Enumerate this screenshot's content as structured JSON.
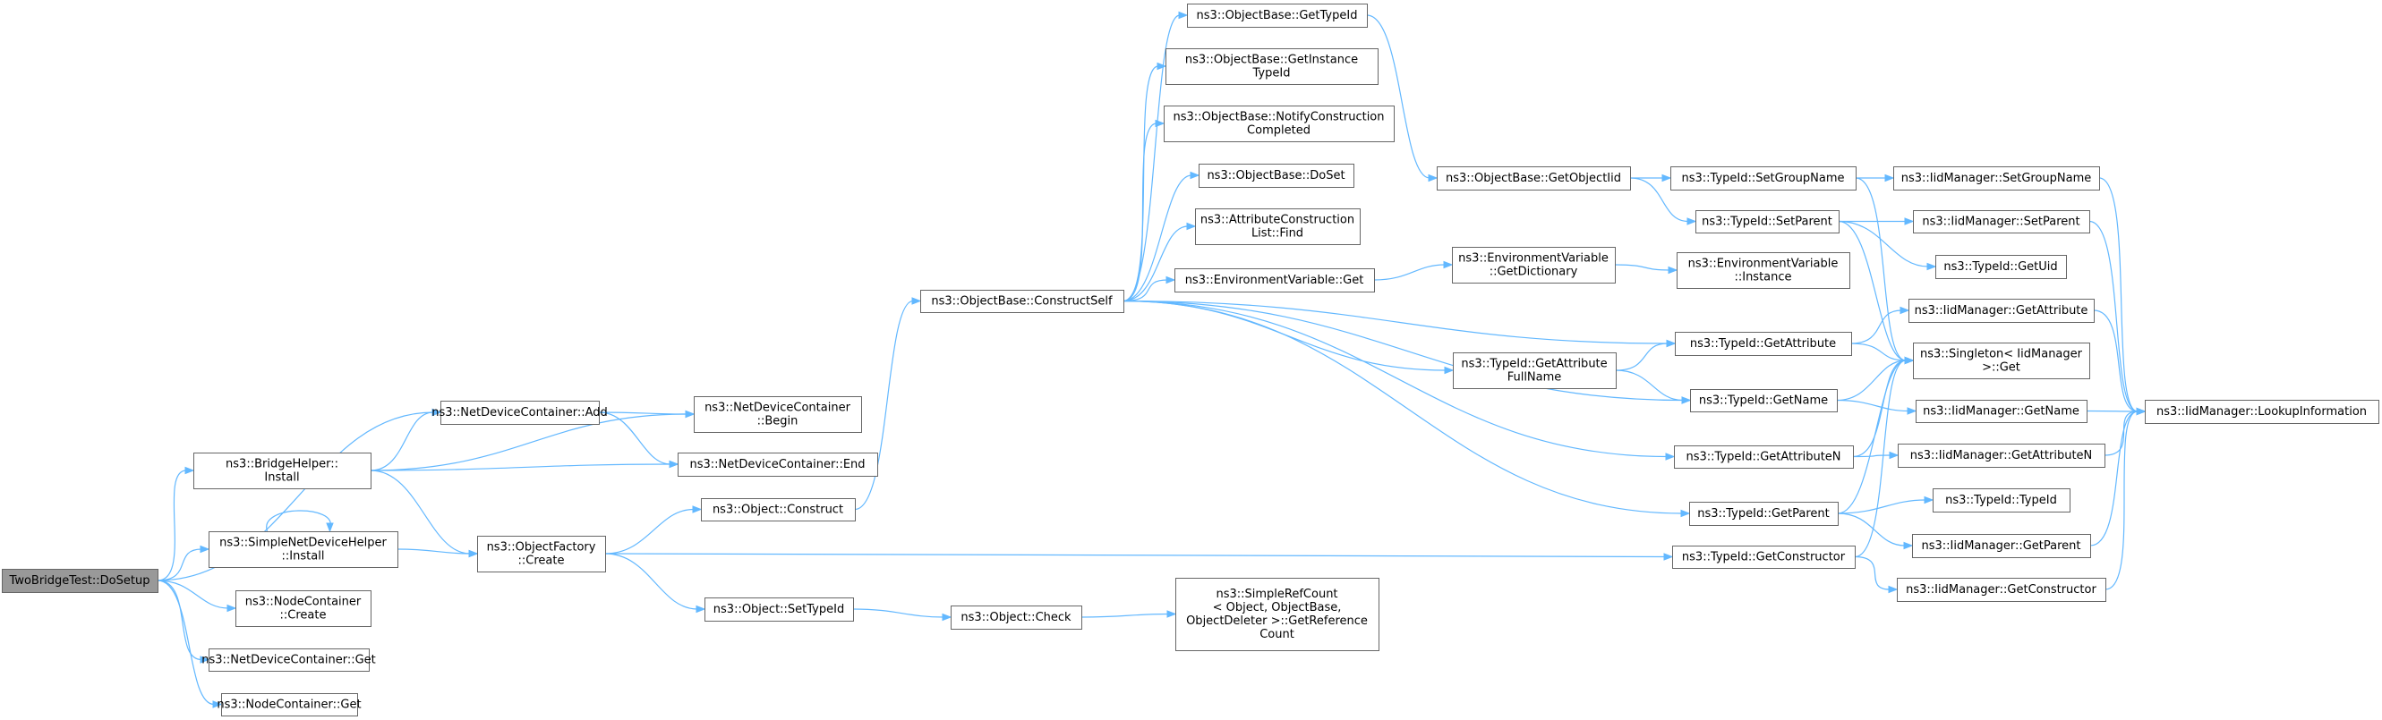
{
  "graph": {
    "nodes": [
      {
        "id": "root",
        "lines": [
          "TwoBridgeTest::DoSetup"
        ],
        "root": true
      },
      {
        "id": "bh_install",
        "lines": [
          "ns3::BridgeHelper::",
          "Install"
        ]
      },
      {
        "id": "sndh_install",
        "lines": [
          "ns3::SimpleNetDeviceHelper",
          "::Install"
        ]
      },
      {
        "id": "nc_create",
        "lines": [
          "ns3::NodeContainer",
          "::Create"
        ]
      },
      {
        "id": "ndc_get",
        "lines": [
          "ns3::NetDeviceContainer::Get"
        ]
      },
      {
        "id": "nc_get",
        "lines": [
          "ns3::NodeContainer::Get"
        ]
      },
      {
        "id": "ndc_add",
        "lines": [
          "ns3::NetDeviceContainer::Add"
        ]
      },
      {
        "id": "ndc_begin",
        "lines": [
          "ns3::NetDeviceContainer",
          "::Begin"
        ]
      },
      {
        "id": "ndc_end",
        "lines": [
          "ns3::NetDeviceContainer::End"
        ]
      },
      {
        "id": "of_create",
        "lines": [
          "ns3::ObjectFactory",
          "::Create"
        ]
      },
      {
        "id": "obj_construct",
        "lines": [
          "ns3::Object::Construct"
        ]
      },
      {
        "id": "obj_settypeid",
        "lines": [
          "ns3::Object::SetTypeId"
        ]
      },
      {
        "id": "obj_check",
        "lines": [
          "ns3::Object::Check"
        ]
      },
      {
        "id": "srefcount",
        "lines": [
          "ns3::SimpleRefCount",
          "< Object, ObjectBase,",
          "ObjectDeleter >::GetReference",
          "Count"
        ]
      },
      {
        "id": "ob_constructself",
        "lines": [
          "ns3::ObjectBase::ConstructSelf"
        ]
      },
      {
        "id": "ob_gettypeid",
        "lines": [
          "ns3::ObjectBase::GetTypeId"
        ]
      },
      {
        "id": "ob_getinstance",
        "lines": [
          "ns3::ObjectBase::GetInstance",
          "TypeId"
        ]
      },
      {
        "id": "ob_notify",
        "lines": [
          "ns3::ObjectBase::NotifyConstruction",
          "Completed"
        ]
      },
      {
        "id": "ob_doset",
        "lines": [
          "ns3::ObjectBase::DoSet"
        ]
      },
      {
        "id": "acl_find",
        "lines": [
          "ns3::AttributeConstruction",
          "List::Find"
        ]
      },
      {
        "id": "env_get",
        "lines": [
          "ns3::EnvironmentVariable::Get"
        ]
      },
      {
        "id": "ob_getobjectiid",
        "lines": [
          "ns3::ObjectBase::GetObjectIid"
        ]
      },
      {
        "id": "env_getdict",
        "lines": [
          "ns3::EnvironmentVariable",
          "::GetDictionary"
        ]
      },
      {
        "id": "env_instance",
        "lines": [
          "ns3::EnvironmentVariable",
          "::Instance"
        ]
      },
      {
        "id": "tid_getattrfullname",
        "lines": [
          "ns3::TypeId::GetAttribute",
          "FullName"
        ]
      },
      {
        "id": "tid_setgroupname",
        "lines": [
          "ns3::TypeId::SetGroupName"
        ]
      },
      {
        "id": "tid_setparent",
        "lines": [
          "ns3::TypeId::SetParent"
        ]
      },
      {
        "id": "tid_getattribute",
        "lines": [
          "ns3::TypeId::GetAttribute"
        ]
      },
      {
        "id": "tid_getname",
        "lines": [
          "ns3::TypeId::GetName"
        ]
      },
      {
        "id": "tid_getattributen",
        "lines": [
          "ns3::TypeId::GetAttributeN"
        ]
      },
      {
        "id": "tid_getparent",
        "lines": [
          "ns3::TypeId::GetParent"
        ]
      },
      {
        "id": "tid_getconstructor",
        "lines": [
          "ns3::TypeId::GetConstructor"
        ]
      },
      {
        "id": "iid_setgroupname",
        "lines": [
          "ns3::IidManager::SetGroupName"
        ]
      },
      {
        "id": "iid_setparent",
        "lines": [
          "ns3::IidManager::SetParent"
        ]
      },
      {
        "id": "tid_getuid",
        "lines": [
          "ns3::TypeId::GetUid"
        ]
      },
      {
        "id": "iid_getattribute",
        "lines": [
          "ns3::IidManager::GetAttribute"
        ]
      },
      {
        "id": "singleton_get",
        "lines": [
          "ns3::Singleton< IidManager",
          " >::Get"
        ]
      },
      {
        "id": "iid_getname",
        "lines": [
          "ns3::IidManager::GetName"
        ]
      },
      {
        "id": "iid_getattributen",
        "lines": [
          "ns3::IidManager::GetAttributeN"
        ]
      },
      {
        "id": "tid_typeid",
        "lines": [
          "ns3::TypeId::TypeId"
        ]
      },
      {
        "id": "iid_getparent",
        "lines": [
          "ns3::IidManager::GetParent"
        ]
      },
      {
        "id": "iid_getconstructor",
        "lines": [
          "ns3::IidManager::GetConstructor"
        ]
      },
      {
        "id": "iid_lookupinfo",
        "lines": [
          "ns3::IidManager::LookupInformation"
        ]
      }
    ],
    "edges": [
      [
        "root",
        "ndc_add"
      ],
      [
        "root",
        "bh_install"
      ],
      [
        "root",
        "sndh_install"
      ],
      [
        "root",
        "nc_create"
      ],
      [
        "root",
        "ndc_get"
      ],
      [
        "root",
        "nc_get"
      ],
      [
        "bh_install",
        "ndc_add"
      ],
      [
        "bh_install",
        "ndc_begin"
      ],
      [
        "bh_install",
        "ndc_end"
      ],
      [
        "bh_install",
        "of_create"
      ],
      [
        "sndh_install",
        "sndh_install"
      ],
      [
        "sndh_install",
        "of_create"
      ],
      [
        "ndc_add",
        "ndc_begin"
      ],
      [
        "ndc_add",
        "ndc_end"
      ],
      [
        "of_create",
        "obj_construct"
      ],
      [
        "of_create",
        "obj_settypeid"
      ],
      [
        "of_create",
        "tid_getconstructor"
      ],
      [
        "obj_construct",
        "ob_constructself"
      ],
      [
        "obj_settypeid",
        "obj_check"
      ],
      [
        "obj_check",
        "srefcount"
      ],
      [
        "ob_constructself",
        "ob_gettypeid"
      ],
      [
        "ob_constructself",
        "ob_getinstance"
      ],
      [
        "ob_constructself",
        "ob_notify"
      ],
      [
        "ob_constructself",
        "ob_doset"
      ],
      [
        "ob_constructself",
        "acl_find"
      ],
      [
        "ob_constructself",
        "env_get"
      ],
      [
        "ob_constructself",
        "tid_getattribute"
      ],
      [
        "ob_constructself",
        "tid_getattrfullname"
      ],
      [
        "ob_constructself",
        "tid_getname"
      ],
      [
        "ob_constructself",
        "tid_getattributen"
      ],
      [
        "ob_constructself",
        "tid_getparent"
      ],
      [
        "ob_gettypeid",
        "ob_getobjectiid"
      ],
      [
        "ob_getobjectiid",
        "tid_setgroupname"
      ],
      [
        "ob_getobjectiid",
        "tid_setparent"
      ],
      [
        "env_get",
        "env_getdict"
      ],
      [
        "env_getdict",
        "env_instance"
      ],
      [
        "tid_getattrfullname",
        "tid_getattribute"
      ],
      [
        "tid_getattrfullname",
        "tid_getname"
      ],
      [
        "tid_setgroupname",
        "iid_setgroupname"
      ],
      [
        "tid_setgroupname",
        "singleton_get"
      ],
      [
        "tid_setparent",
        "iid_setparent"
      ],
      [
        "tid_setparent",
        "tid_getuid"
      ],
      [
        "tid_setparent",
        "singleton_get"
      ],
      [
        "tid_getattribute",
        "iid_getattribute"
      ],
      [
        "tid_getattribute",
        "singleton_get"
      ],
      [
        "tid_getname",
        "singleton_get"
      ],
      [
        "tid_getname",
        "iid_getname"
      ],
      [
        "tid_getattributen",
        "singleton_get"
      ],
      [
        "tid_getattributen",
        "iid_getattributen"
      ],
      [
        "tid_getparent",
        "singleton_get"
      ],
      [
        "tid_getparent",
        "tid_typeid"
      ],
      [
        "tid_getparent",
        "iid_getparent"
      ],
      [
        "tid_getconstructor",
        "singleton_get"
      ],
      [
        "tid_getconstructor",
        "iid_getconstructor"
      ],
      [
        "iid_setgroupname",
        "iid_lookupinfo"
      ],
      [
        "iid_setparent",
        "iid_lookupinfo"
      ],
      [
        "iid_getattribute",
        "iid_lookupinfo"
      ],
      [
        "iid_getname",
        "iid_lookupinfo"
      ],
      [
        "iid_getattributen",
        "iid_lookupinfo"
      ],
      [
        "iid_getparent",
        "iid_lookupinfo"
      ],
      [
        "iid_getconstructor",
        "iid_lookupinfo"
      ]
    ]
  }
}
